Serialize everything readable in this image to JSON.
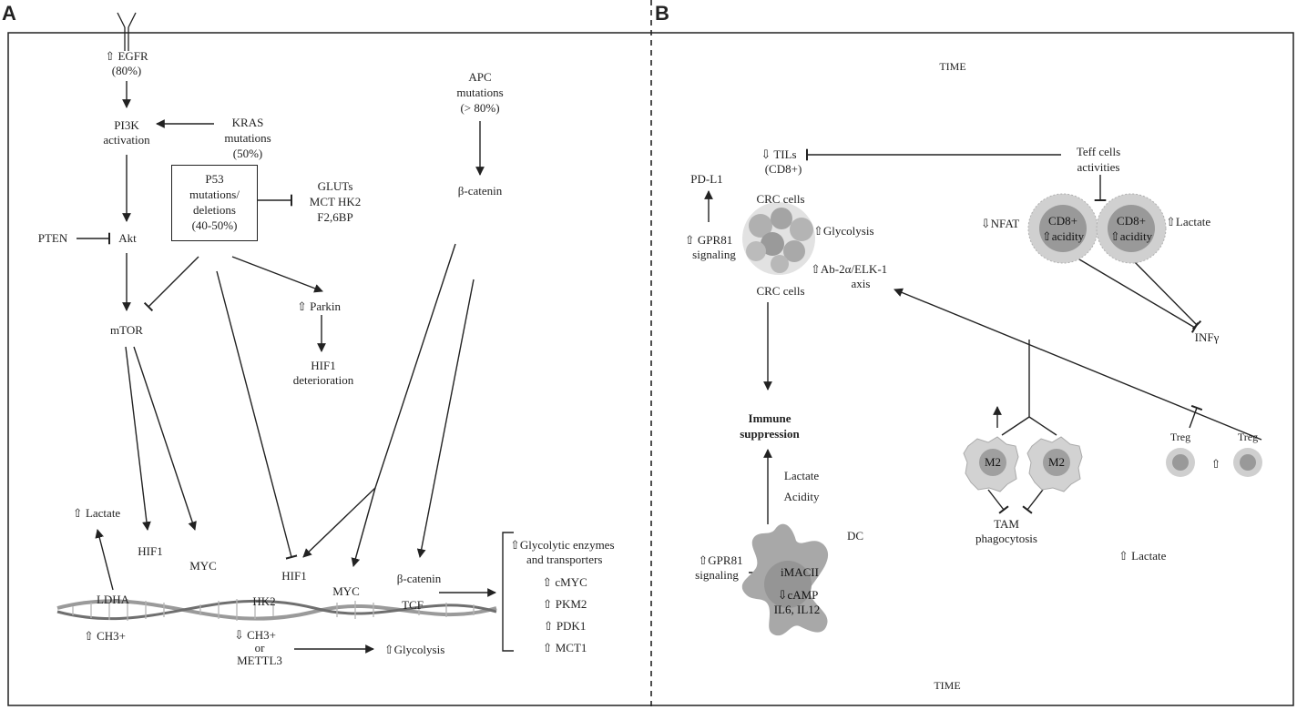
{
  "panels": {
    "a": "A",
    "b": "B"
  },
  "up": "⇧",
  "down": "⇩",
  "panel_a": {
    "egfr": "EGFR",
    "egfr_pct": "(80%)",
    "pi3k": "PI3K",
    "pi3k2": "activation",
    "kras": "KRAS",
    "kras2": "mutations",
    "kras3": "(50%)",
    "apc": "APC",
    "apc2": "mutations",
    "apc3": "(> 80%)",
    "bcat_top": "β-catenin",
    "p53": "P53",
    "p53_2": "mutations/",
    "p53_3": "deletions",
    "p53_4": "(40-50%)",
    "gluts": "GLUTs",
    "gluts2": "MCT HK2",
    "gluts3": "F2,6BP",
    "pten": "PTEN",
    "akt": "Akt",
    "mtor": "mTOR",
    "parkin": "Parkin",
    "hif1_det": "HIF1",
    "hif1_det2": "deterioration",
    "lactate": "Lactate",
    "hif1_a": "HIF1",
    "myc_a": "MYC",
    "hif1_b": "HIF1",
    "myc_b": "MYC",
    "bcat_bot": "β-catenin",
    "ldha": "LDHA",
    "hk2": "HK2",
    "tcf": "TCF",
    "ch3": "CH3+",
    "ch3b": "CH3+",
    "or": "or",
    "mettl3": "METTL3",
    "glycolysis": "Glycolysis",
    "gly_enz": "Glycolytic enzymes",
    "gly_enz2": "and transporters",
    "cmyc": "cMYC",
    "pkm2": "PKM2",
    "pdk1": "PDK1",
    "mct1": "MCT1"
  },
  "panel_b": {
    "time_top": "TIME",
    "time_bottom": "TIME",
    "tils": "TILs",
    "tils2": "(CD8+)",
    "teff": "Teff cells",
    "teff2": "activities",
    "pdl1": "PD-L1",
    "crc_top": "CRC  cells",
    "crc_bottom": "CRC  cells",
    "gpr81": "GPR81",
    "gpr81_2": "signaling",
    "glycolysis": "Glycolysis",
    "ab2": "Ab-2α/ELK-1",
    "ab2_2": "axis",
    "nfat": "NFAT",
    "cd8": "CD8+",
    "acidity": "acidity",
    "lactate": "Lactate",
    "infg": "INFγ",
    "immune": "Immune",
    "immune2": "suppression",
    "lactate2": "Lactate",
    "acidity2": "Acidity",
    "m2": "M2",
    "tam": "TAM",
    "tam2": "phagocytosis",
    "treg": "Treg",
    "dc": "DC",
    "gpr81_dc": "GPR81",
    "gpr81_dc2": "signaling",
    "imacii": "iMACII",
    "camp": "cAMP",
    "il": "IL6, IL12",
    "lactate3": "Lactate"
  },
  "colors": {
    "line": "#222222",
    "cell_light": "#c4c4c4",
    "cell_dark": "#8f8f8f",
    "dc": "#a6a6a6"
  }
}
